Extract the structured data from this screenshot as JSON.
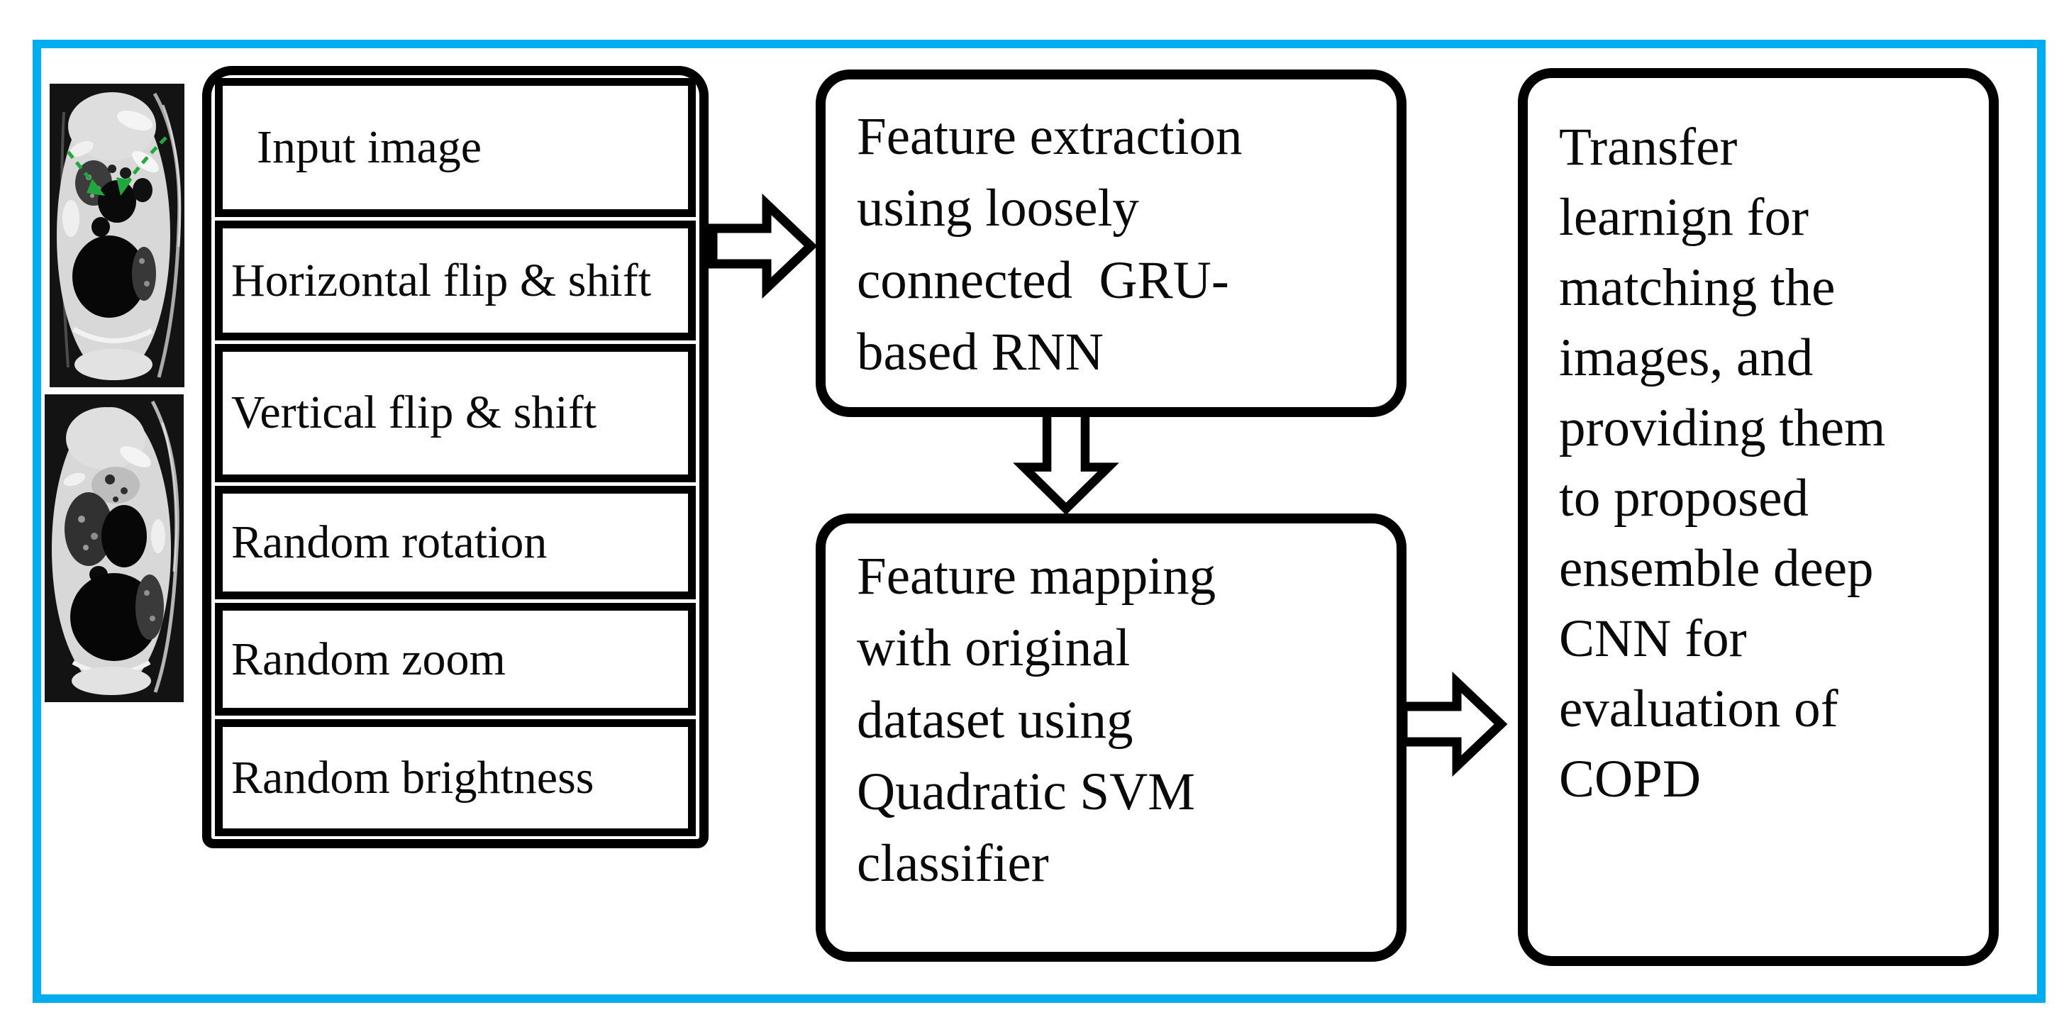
{
  "figure": {
    "accent_border_color": "#00AEEF",
    "annotation_arrow_color": "#1fa83c",
    "ct_images": [
      {
        "name": "chest-ct-input-slice",
        "note": "axial chest CT slice with two dashed green arrows pointing at airway region"
      },
      {
        "name": "chest-ct-second-slice",
        "note": "axial chest CT slice without annotations"
      }
    ],
    "augmentation_list": {
      "rows": [
        "Input image",
        "Horizontal flip & shift",
        "Vertical flip & shift",
        "Random rotation",
        "Random zoom",
        "Random brightness"
      ]
    },
    "flow_boxes": [
      {
        "id": "feature-extraction",
        "text": "Feature extraction\nusing loosely\nconnected  GRU-\nbased RNN"
      },
      {
        "id": "feature-mapping",
        "text": "Feature mapping\nwith original\ndataset using\nQuadratic SVM\nclassifier"
      },
      {
        "id": "transfer-learning",
        "text": "Transfer\nlearnign for\nmatching the\nimages, and\nproviding them\nto proposed\nensemble deep\nCNN for\nevaluation of\nCOPD"
      }
    ]
  }
}
